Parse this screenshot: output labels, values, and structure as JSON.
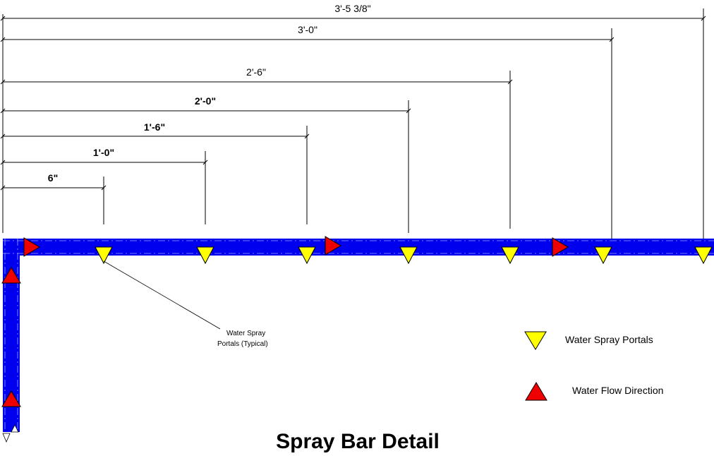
{
  "title": "Spray Bar Detail",
  "dimensions": [
    {
      "label": "3'-5 3/8\"",
      "bold": false
    },
    {
      "label": "3'-0\"",
      "bold": false
    },
    {
      "label": "2'-6\"",
      "bold": false
    },
    {
      "label": "2'-0\"",
      "bold": true
    },
    {
      "label": "1'-6\"",
      "bold": true
    },
    {
      "label": "1'-0\"",
      "bold": true
    },
    {
      "label": "6\"",
      "bold": true
    }
  ],
  "callout": {
    "line1": "Water Spray",
    "line2": "Portals (Typical)"
  },
  "legend": {
    "spray_portals_label": "Water Spray Portals",
    "flow_direction_label": "Water Flow Direction"
  },
  "colors": {
    "pipe": "#0000ee",
    "portal": "#ffff00",
    "flow": "#ee0000",
    "line": "#000000"
  },
  "icons": {
    "portal": "yellow-down-triangle-icon",
    "flow": "red-arrow-triangle-icon"
  }
}
